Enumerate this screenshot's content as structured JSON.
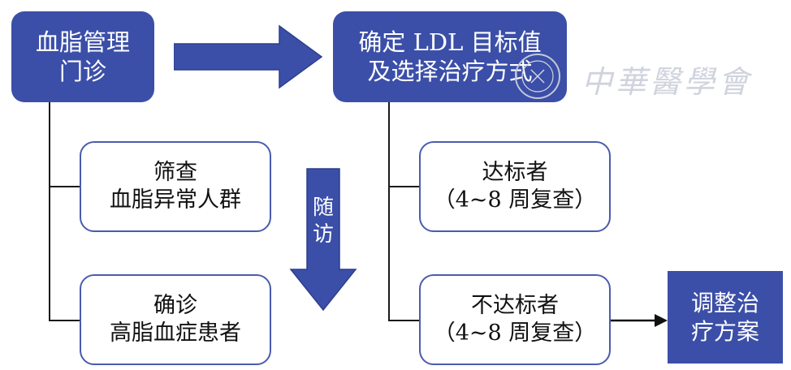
{
  "nodes": {
    "clinic": [
      "血脂管理",
      "门诊"
    ],
    "determine": [
      "确定 LDL 目标值",
      "及选择治疗方式"
    ],
    "screen": [
      "筛查",
      "血脂异常人群"
    ],
    "diagnose": [
      "确诊",
      "高脂血症患者"
    ],
    "on_target": [
      "达标者",
      "（4~8 周复查）"
    ],
    "off_target": [
      "不达标者",
      "（4~8 周复查）"
    ],
    "adjust": [
      "调整治",
      "疗方案"
    ]
  },
  "followup_label": [
    "随",
    "访"
  ],
  "watermark": {
    "text": "中華醫學會"
  },
  "colors": {
    "dark_fill": "#3b4fa8",
    "border": "#4a5cae",
    "line": "#1a1a1a"
  }
}
